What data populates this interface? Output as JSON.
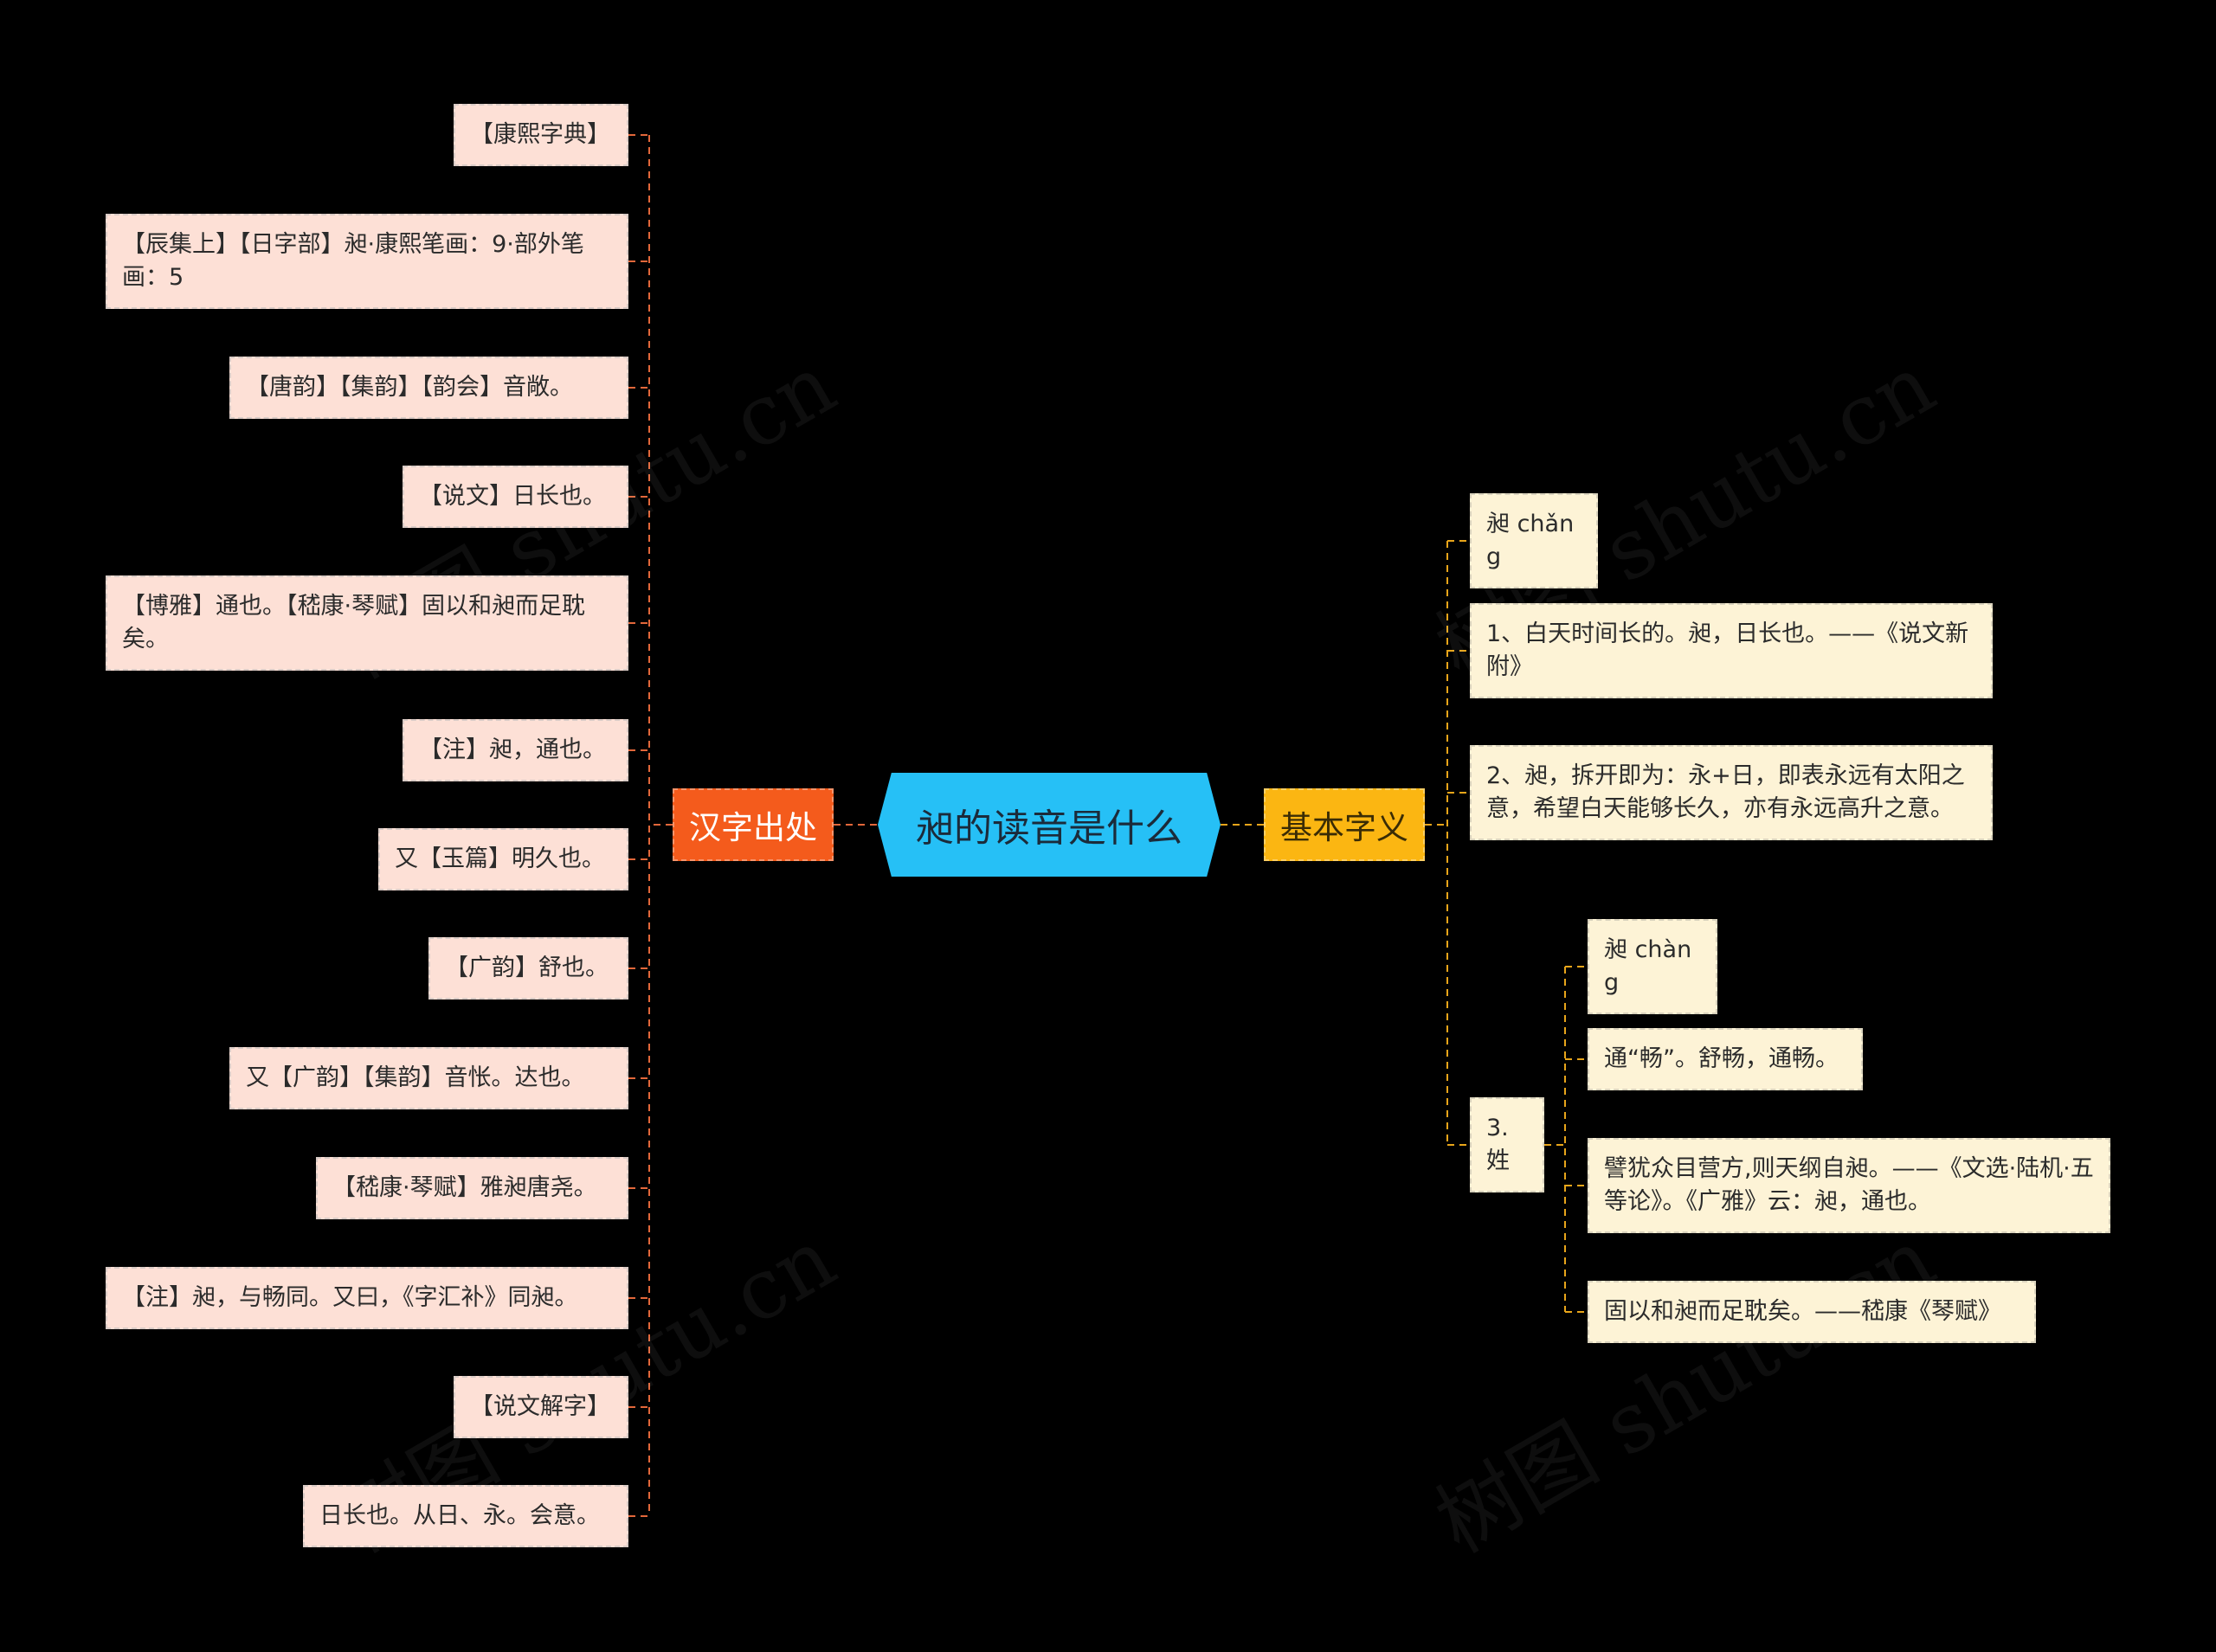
{
  "root": {
    "title": "昶的读音是什么"
  },
  "branches": {
    "left": {
      "label": "汉字出处"
    },
    "right": {
      "label": "基本字义"
    }
  },
  "left_items": [
    "【康熙字典】",
    "【辰集上】【日字部】昶·康熙笔画：9·部外笔画：5",
    "【唐韵】【集韵】【韵会】音敞。",
    "【说文】日长也。",
    "【博雅】通也。【嵇康·琴赋】固以和昶而足耽矣。",
    "【注】昶，通也。",
    "又【玉篇】明久也。",
    "【广韵】舒也。",
    "又【广韵】【集韵】音怅。达也。",
    "【嵇康·琴赋】雅昶唐尧。",
    "【注】昶，与畅同。又曰，《字汇补》同昶。",
    "【说文解字】",
    "日长也。从日、永。会意。"
  ],
  "right_items": [
    "昶 chǎng",
    "1、白天时间长的。昶，日长也。——《说文新附》",
    "2、昶，拆开即为：永+日，即表永远有太阳之意，希望白天能够长久，亦有永远高升之意。",
    "3.姓"
  ],
  "sub_items": [
    "昶 chàng",
    "通“畅”。舒畅，通畅。",
    "譬犹众目营方,则天纲自昶。——《文选·陆机·五等论》。《广雅》云：昶，通也。",
    "固以和昶而足耽矣。——嵇康《琴赋》"
  ],
  "watermark": "树图 shutu.cn",
  "colors": {
    "background": "#000000",
    "root": "#26c0f6",
    "left_branch": "#f45b1c",
    "right_branch": "#fbb612",
    "left_leaf": "#fde0d6",
    "right_leaf": "#fdf3d6",
    "left_connector": "#e2673a",
    "right_connector": "#e8a51a"
  }
}
